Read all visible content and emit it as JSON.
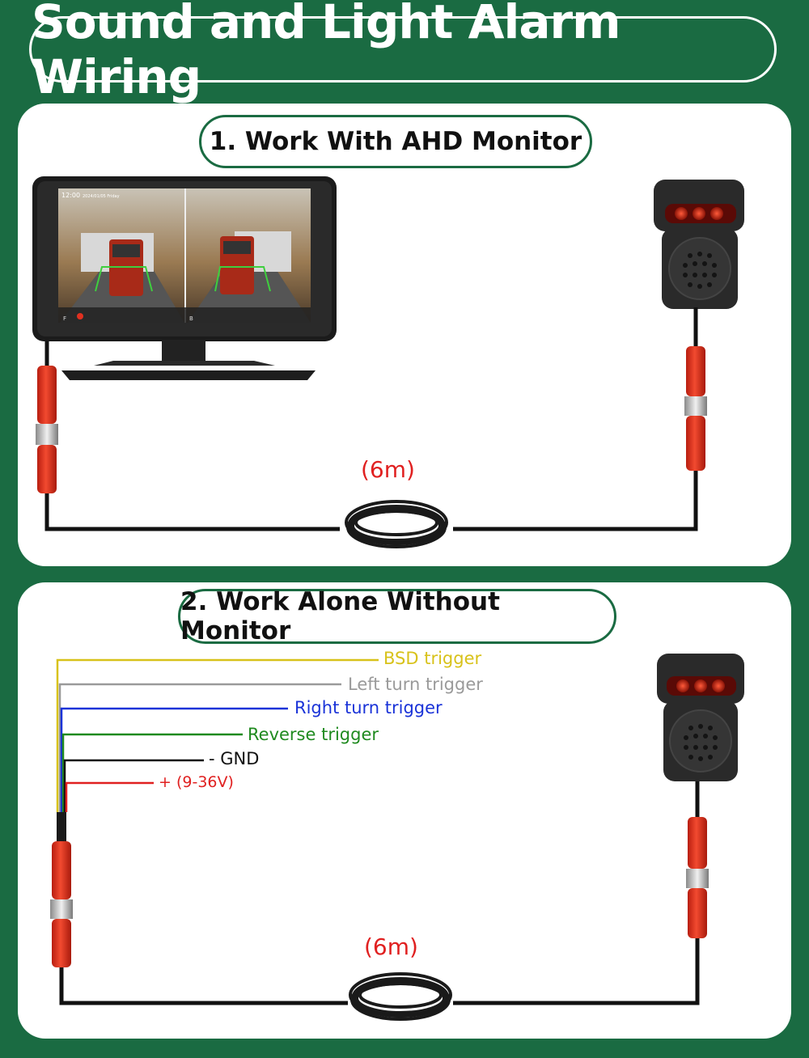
{
  "title": "Sound and Light Alarm Wiring",
  "section1": {
    "heading": "1. Work With AHD Monitor",
    "cable_length": "(6m)",
    "monitor_screen": {
      "time": "12:00",
      "date": "2024/01/05 Friday",
      "bottom_left_label": "F",
      "bottom_mid_label": "B"
    }
  },
  "section2": {
    "heading": "2. Work Alone Without Monitor",
    "cable_length": "(6m)",
    "wires": [
      {
        "label": "BSD trigger",
        "color": "#d8c21a"
      },
      {
        "label": "Left turn trigger",
        "color": "#9a9a9a"
      },
      {
        "label": "Right turn trigger",
        "color": "#1a33d8"
      },
      {
        "label": "Reverse trigger",
        "color": "#1f8a1f"
      },
      {
        "label": "- GND",
        "color": "#111111"
      },
      {
        "label": "+ (9-36V)",
        "color": "#e02020"
      }
    ]
  },
  "colors": {
    "background": "#1a6b42",
    "panel": "#ffffff",
    "connector": "#e03a22",
    "cable": "#111111"
  }
}
